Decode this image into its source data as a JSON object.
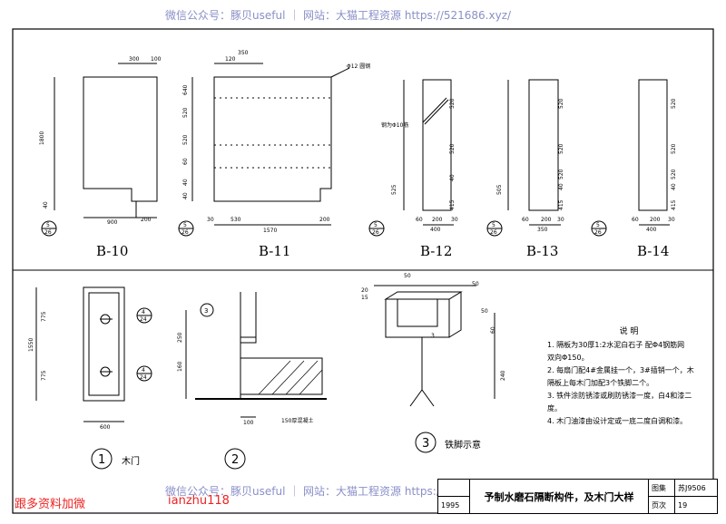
{
  "watermark_top": "微信公众号：豚贝useful ｜ 网站：大猫工程资源 https://521686.xyz/",
  "watermark_bottom": "微信公众号：豚贝useful ｜ 网站：大猫工程资源 https://521686.xyz/",
  "promo_left": "跟多资料加微",
  "promo_right": "ianzhu118",
  "panels": {
    "b10": {
      "label": "B-10",
      "dims": [
        "300",
        "100",
        "1800",
        "40",
        "900",
        "200"
      ],
      "ref": [
        "5",
        "26"
      ]
    },
    "b11": {
      "label": "B-11",
      "dims": [
        "120",
        "350",
        "520",
        "520",
        "40",
        "40",
        "1570",
        "530",
        "200",
        "30",
        "640",
        "60"
      ],
      "ref": [
        "5",
        "26"
      ],
      "rebar": "Φ12 圆钢"
    },
    "b12": {
      "label": "B-12",
      "dims": [
        "525",
        "520",
        "520",
        "40",
        "415",
        "400",
        "200",
        "60",
        "30"
      ],
      "ref": [
        "5",
        "26"
      ],
      "hole": "钢为Φ10筋"
    },
    "b13": {
      "label": "B-13",
      "dims": [
        "520",
        "520",
        "520",
        "40",
        "415",
        "505",
        "350",
        "60",
        "200",
        "30"
      ],
      "ref": [
        "5",
        "26"
      ]
    },
    "b14": {
      "label": "B-14",
      "dims": [
        "520",
        "520",
        "520",
        "40",
        "415",
        "400",
        "200",
        "60",
        "30"
      ],
      "ref": [
        "5",
        "26"
      ]
    }
  },
  "detail1": {
    "num": "1",
    "title": "木门",
    "dims": [
      "1550",
      "775",
      "775",
      "600"
    ],
    "refs": [
      [
        "4",
        "24"
      ],
      [
        "4",
        "24"
      ]
    ]
  },
  "detail2": {
    "num": "2",
    "dims": [
      "250",
      "160",
      "100"
    ],
    "ref": "3",
    "label": "150厚混凝土"
  },
  "detail3": {
    "num": "3",
    "title": "铁脚示意",
    "dims": [
      "50",
      "20",
      "15",
      "50",
      "50",
      "60",
      "240",
      "3"
    ]
  },
  "notes": {
    "title": "说  明",
    "items": [
      "1. 隔板为30厚1:2水泥白石子  配Φ4钢筋网",
      "   双向Φ150。",
      "2. 每扇门配4#金属挂一个，3#插销一个，木",
      "   隔板上每木门加配3个铁脚二个。",
      "3. 铁件涂防锈漆或刷防锈漆一度，白4和漆二",
      "   度。",
      "4. 木门油漆由设计定或一底二度白调和漆。"
    ]
  },
  "title_block": {
    "year": "1995",
    "title": "予制水磨石隔断构件，及木门大样",
    "atlas_label": "图集",
    "atlas_no": "苏J9506",
    "page_label": "页次",
    "page_no": "19"
  }
}
